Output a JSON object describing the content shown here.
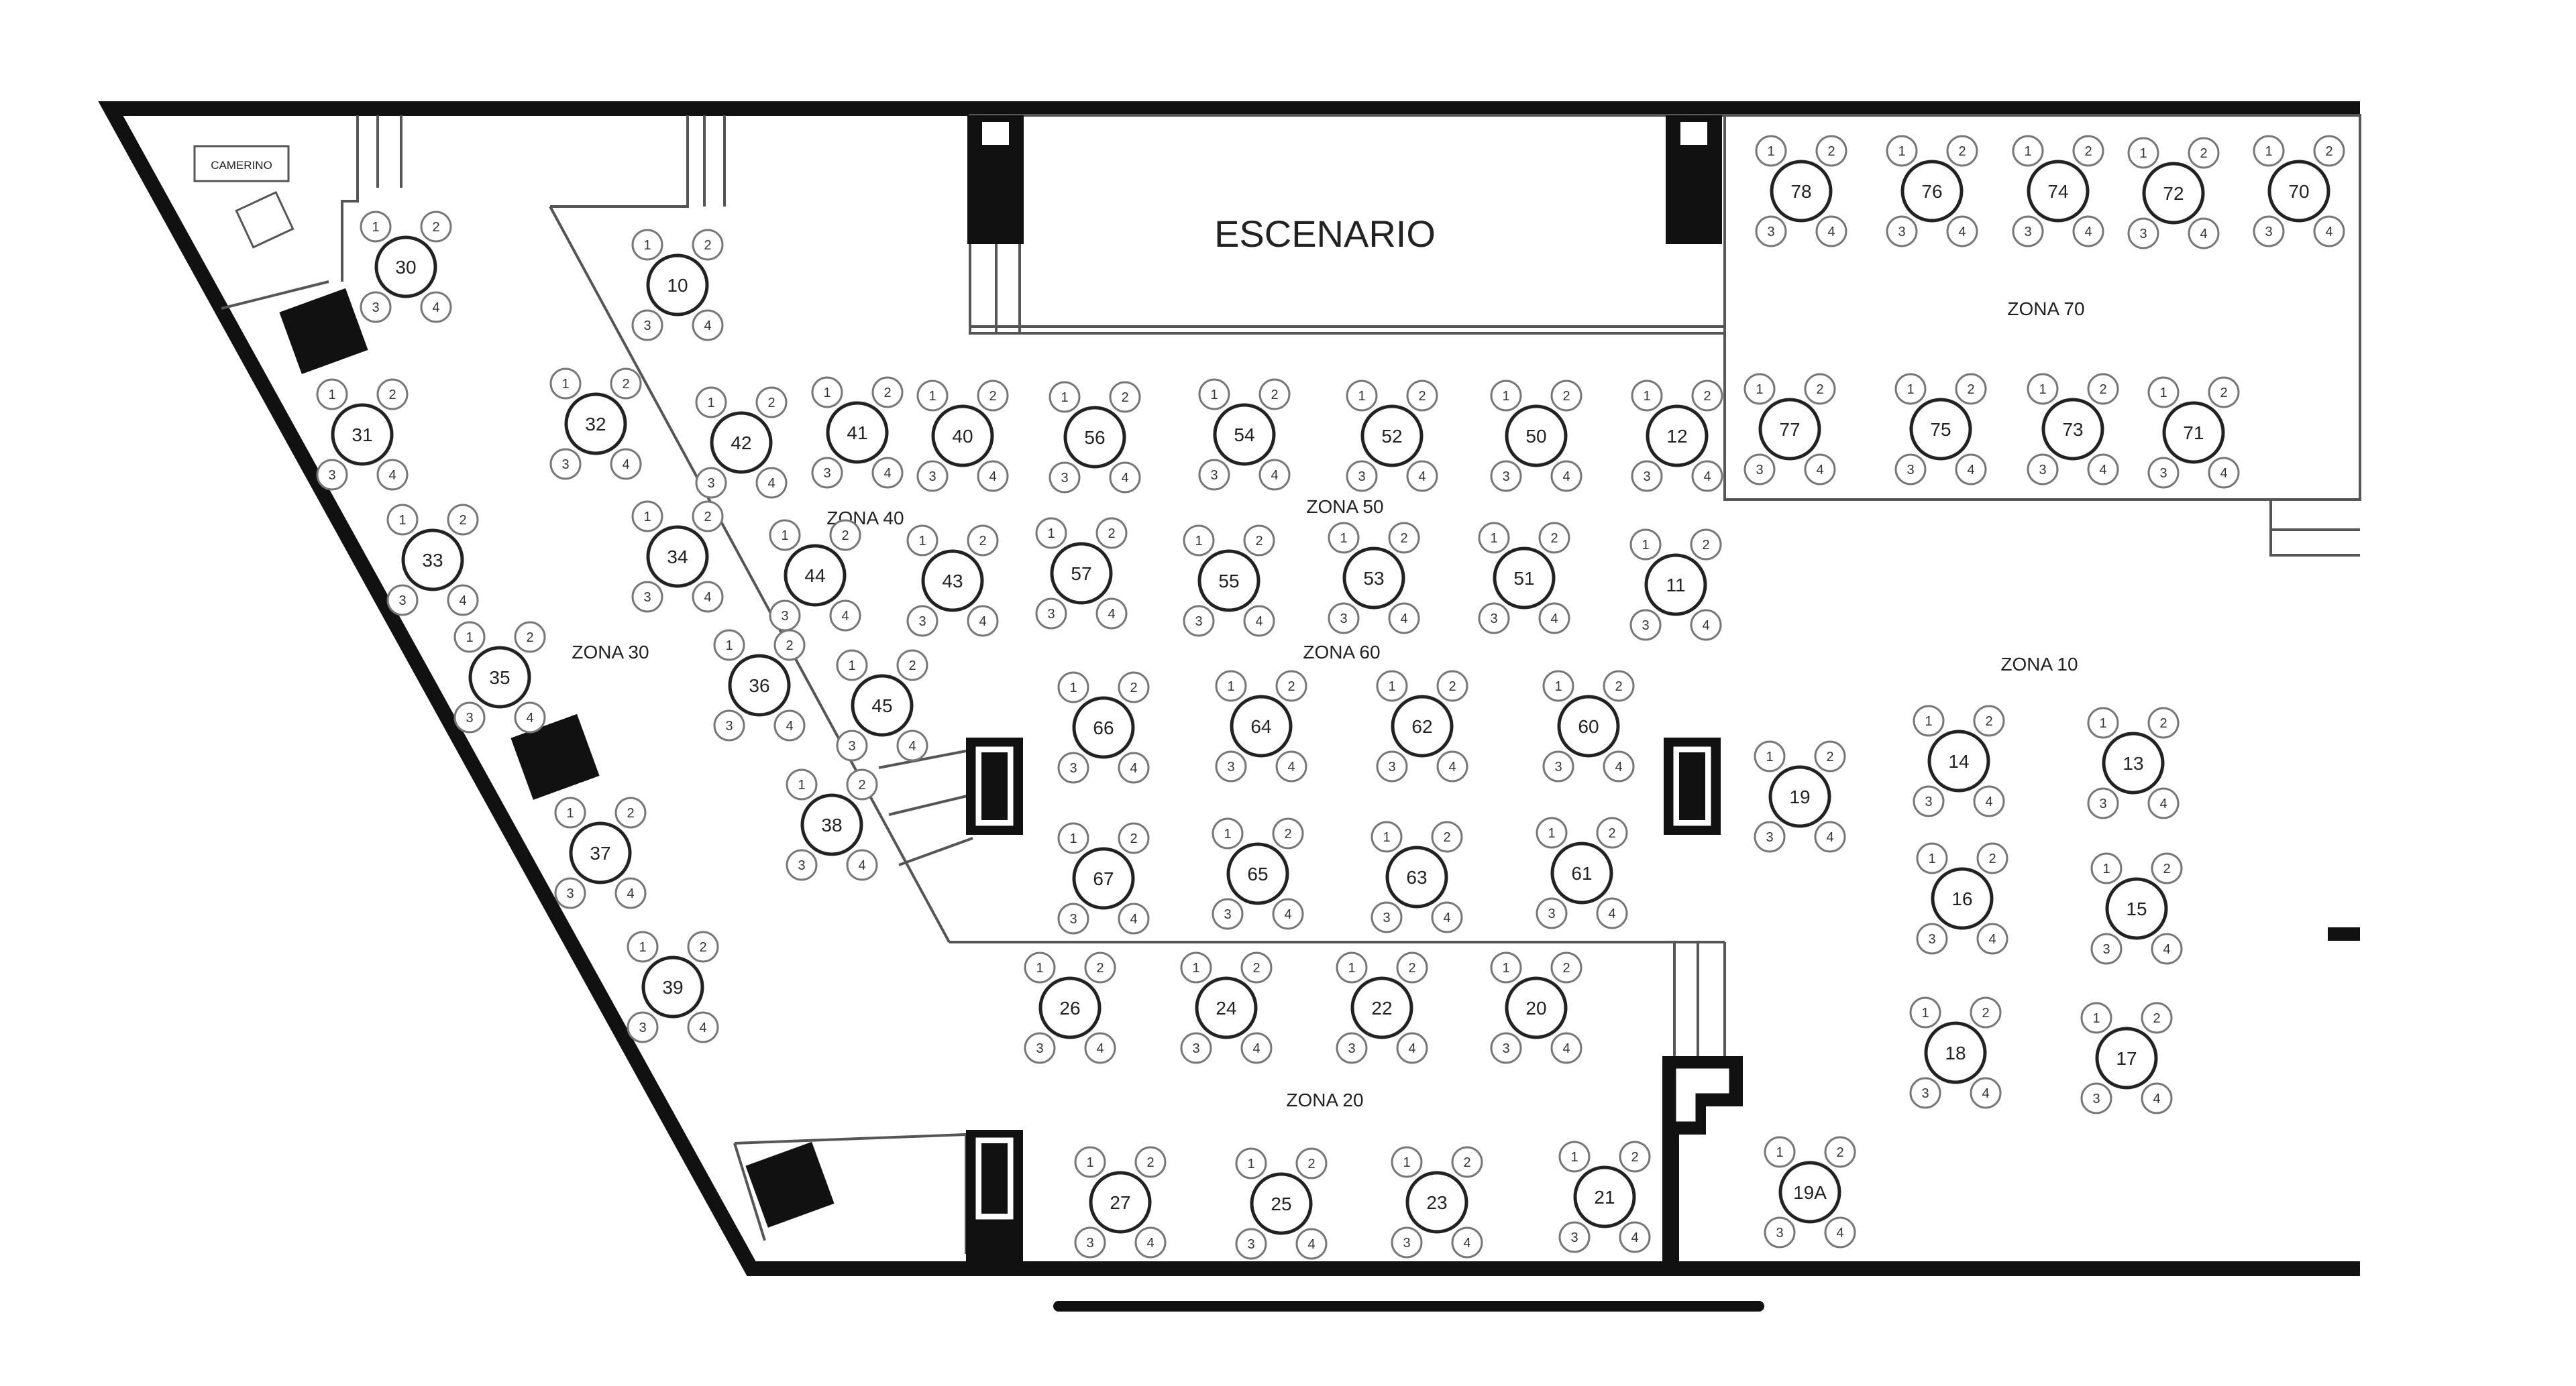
{
  "stage": {
    "label": "ESCENARIO"
  },
  "dressing_room": {
    "label": "CAMERINO"
  },
  "zones": [
    {
      "id": "z70",
      "label": "ZONA 70"
    },
    {
      "id": "z50",
      "label": "ZONA 50"
    },
    {
      "id": "z40",
      "label": "ZONA 40"
    },
    {
      "id": "z60",
      "label": "ZONA 60"
    },
    {
      "id": "z30",
      "label": "ZONA 30"
    },
    {
      "id": "z10",
      "label": "ZONA 10"
    },
    {
      "id": "z20",
      "label": "ZONA 20"
    }
  ],
  "seat_labels": [
    "1",
    "2",
    "3",
    "4"
  ],
  "tables": [
    "30",
    "10",
    "31",
    "32",
    "42",
    "41",
    "40",
    "56",
    "54",
    "52",
    "50",
    "12",
    "33",
    "34",
    "44",
    "43",
    "57",
    "55",
    "53",
    "51",
    "11",
    "35",
    "36",
    "45",
    "38",
    "37",
    "39",
    "66",
    "64",
    "62",
    "60",
    "67",
    "65",
    "63",
    "61",
    "19",
    "26",
    "24",
    "22",
    "20",
    "27",
    "25",
    "23",
    "21",
    "19A",
    "78",
    "76",
    "74",
    "72",
    "70",
    "77",
    "75",
    "73",
    "71",
    "14",
    "13",
    "16",
    "15",
    "18",
    "17"
  ],
  "colors": {
    "wall": "#111111",
    "line": "#555555",
    "seat": "#777777",
    "table": "#222222"
  }
}
